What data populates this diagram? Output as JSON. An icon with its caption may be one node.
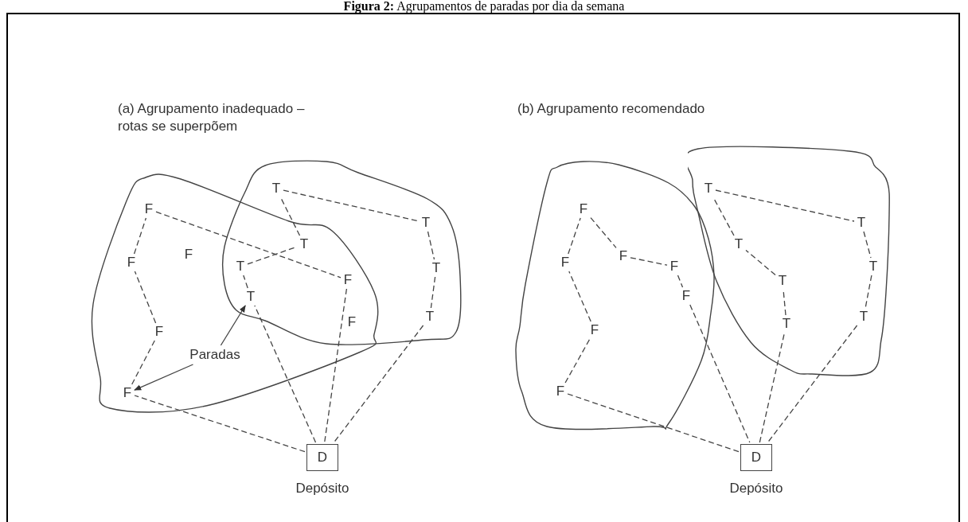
{
  "diagram": {
    "title": "**Figura 2:** Agrupamentos de paradas por dia da semana",
    "nodes": [
      {
        "text": [],
        "shape": "blob"
      },
      {
        "text": [],
        "shape": "blob"
      },
      {
        "text": [
          "T"
        ],
        "in": 1
      },
      {
        "text": [
          "F"
        ],
        "in": 0
      },
      {
        "text": [
          "T"
        ],
        "in": 1
      },
      {
        "text": [
          "T"
        ]
      },
      {
        "text": [
          "F"
        ],
        "in": 0
      },
      {
        "text": [
          "F"
        ],
        "in": 0
      },
      {
        "text": [
          "T"
        ]
      },
      {
        "text": [
          "T"
        ],
        "in": 1
      },
      {
        "text": [
          "F"
        ]
      },
      {
        "text": [
          "T"
        ]
      },
      {
        "text": [
          "T"
        ],
        "in": 1
      },
      {
        "text": [
          "F"
        ]
      },
      {
        "text": [
          "F"
        ],
        "in": 0
      },
      {
        "text": [
          "Paradas"
        ],
        "in": 0
      },
      {
        "text": [
          "F"
        ],
        "in": 0
      },
      {
        "text": [
          "D"
        ],
        "beside": [
          "Depósito"
        ]
      },
      {
        "text": [],
        "shape": "blob"
      },
      {
        "text": [],
        "shape": "blob"
      },
      {
        "text": [
          "T"
        ],
        "in": 19
      },
      {
        "text": [
          "F"
        ],
        "in": 18
      },
      {
        "text": [
          "T"
        ],
        "in": 19
      },
      {
        "text": [
          "T"
        ],
        "in": 19
      },
      {
        "text": [
          "F"
        ],
        "in": 18
      },
      {
        "text": [
          "F"
        ],
        "in": 18
      },
      {
        "text": [
          "F"
        ],
        "in": 18
      },
      {
        "text": [
          "T"
        ],
        "in": 19
      },
      {
        "text": [
          "T"
        ],
        "in": 19
      },
      {
        "text": [
          "F"
        ],
        "in": 18
      },
      {
        "text": [
          "T"
        ],
        "in": 19
      },
      {
        "text": [
          "T"
        ],
        "in": 19
      },
      {
        "text": [
          "F"
        ],
        "in": 18
      },
      {
        "text": [
          "F"
        ],
        "in": 18
      },
      {
        "text": [
          "D"
        ],
        "beside": [
          "Depósito"
        ]
      }
    ],
    "edges": [
      {
        "from": 17,
        "to": 16,
        "arrow": "none",
        "style": "dashed"
      },
      {
        "from": 16,
        "to": 14,
        "arrow": "none",
        "style": "dashed"
      },
      {
        "from": 14,
        "to": 7,
        "arrow": "none",
        "style": "dashed"
      },
      {
        "from": 7,
        "to": 3,
        "arrow": "none",
        "style": "dashed"
      },
      {
        "from": 3,
        "to": 10,
        "arrow": "none",
        "style": "dashed"
      },
      {
        "from": 10,
        "to": 17,
        "arrow": "none",
        "style": "dashed"
      },
      {
        "from": 17,
        "to": 11,
        "arrow": "none",
        "style": "dashed"
      },
      {
        "from": 11,
        "to": 8,
        "arrow": "none",
        "style": "dashed"
      },
      {
        "from": 8,
        "to": 5,
        "arrow": "none",
        "style": "dashed"
      },
      {
        "from": 5,
        "to": 2,
        "arrow": "none",
        "style": "dashed"
      },
      {
        "from": 2,
        "to": 4,
        "arrow": "none",
        "style": "dashed"
      },
      {
        "from": 4,
        "to": 9,
        "arrow": "none",
        "style": "dashed"
      },
      {
        "from": 9,
        "to": 12,
        "arrow": "none",
        "style": "dashed"
      },
      {
        "from": 12,
        "to": 17,
        "arrow": "none",
        "style": "dashed"
      },
      {
        "from": 15,
        "to": 11,
        "arrow": "to"
      },
      {
        "from": 15,
        "to": 16,
        "arrow": "to"
      },
      {
        "from": 34,
        "to": 33,
        "arrow": "none",
        "style": "dashed"
      },
      {
        "from": 33,
        "to": 32,
        "arrow": "none",
        "style": "dashed"
      },
      {
        "from": 32,
        "to": 25,
        "arrow": "none",
        "style": "dashed"
      },
      {
        "from": 25,
        "to": 21,
        "arrow": "none",
        "style": "dashed"
      },
      {
        "from": 21,
        "to": 24,
        "arrow": "none",
        "style": "dashed"
      },
      {
        "from": 24,
        "to": 26,
        "arrow": "none",
        "style": "dashed"
      },
      {
        "from": 26,
        "to": 29,
        "arrow": "none",
        "style": "dashed"
      },
      {
        "from": 29,
        "to": 34,
        "arrow": "none",
        "style": "dashed"
      },
      {
        "from": 34,
        "to": 31,
        "arrow": "none",
        "style": "dashed"
      },
      {
        "from": 31,
        "to": 28,
        "arrow": "none",
        "style": "dashed"
      },
      {
        "from": 28,
        "to": 23,
        "arrow": "none",
        "style": "dashed"
      },
      {
        "from": 23,
        "to": 20,
        "arrow": "none",
        "style": "dashed"
      },
      {
        "from": 20,
        "to": 22,
        "arrow": "none",
        "style": "dashed"
      },
      {
        "from": 22,
        "to": 27,
        "arrow": "none",
        "style": "dashed"
      },
      {
        "from": 27,
        "to": 30,
        "arrow": "none",
        "style": "dashed"
      },
      {
        "from": 30,
        "to": 34,
        "arrow": "none",
        "style": "dashed"
      }
    ],
    "labels": [
      "(a) Agrupamento inadequado – rotas se superpõem",
      "(b) Agrupamento recomendado"
    ]
  }
}
